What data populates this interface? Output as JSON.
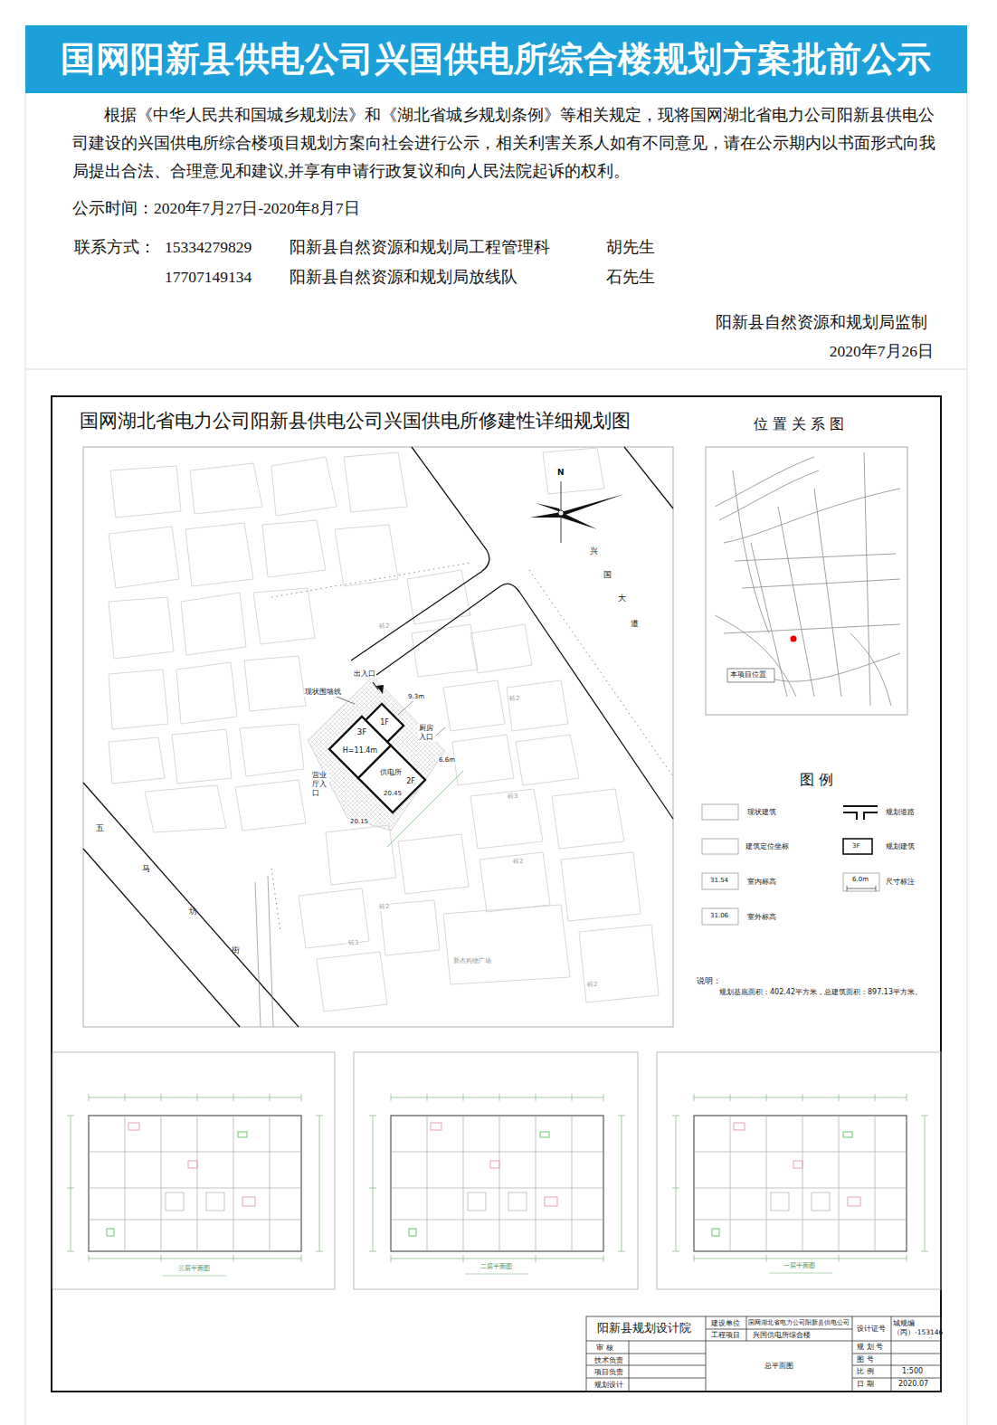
{
  "diagram": {
    "title": "国网阳新县供电公司兴国供电所综合楼规划方案批前公示",
    "nodes": [
      {
        "text": [
          "1F"
        ]
      },
      {
        "text": [
          "3F",
          "H=11.4m"
        ]
      },
      {
        "text": [
          "供电所",
          "2F",
          "20.45"
        ]
      }
    ],
    "labels": [
      "根据《中华人民共和国城乡规划法》和《湖北省城乡规划条例》等相关规定，现将国网湖北省电力公司阳新县供电公司建设的兴国供电所综合楼项目规划方案向社会进行公示，相关利害关系人如有不同意见，请在公示期内以书面形式向我局提出合法、合理意见和建议,并享有申请行政复议和向人民法院起诉的权利。",
      "公示时间：2020年7月27日-2020年8月7日",
      "联系方式：",
      "15334279829",
      "阳新县自然资源和规划局工程管理科",
      "胡先生",
      "17707149134",
      "阳新县自然资源和规划局放线队",
      "石先生",
      "阳新县自然资源和规划局监制",
      "2020年7月26日",
      "国网湖北省电力公司阳新县供电公司兴国供电所修建性详细规划图",
      "位 置 关 系 图",
      "本项目位置",
      "N",
      "兴",
      "国",
      "大",
      "道",
      "五",
      "马",
      "坊",
      "街",
      "出入口",
      "现状围墙线",
      "厨房入口",
      "营业厅入口",
      "20.15",
      "9.3m",
      "6.6m",
      "砖2",
      "砖2",
      "砖3",
      "砖2",
      "砖2",
      "砖3",
      "新杰购物广场",
      "砖2",
      "3F",
      "31.54",
      "6.0m",
      "31.06",
      "说明：",
      "规划基底面积：402.42平方米，总建筑面积：897.13平方米。",
      "三层平面图",
      "二层平面图",
      "一层平面图",
      "阳新县规划设计院",
      "审 核",
      "技术负责",
      "项目负责",
      "规划设计",
      "建设单位",
      "国网湖北省电力公司阳新县供电公司",
      "工程项目",
      "兴国供电所综合楼",
      "总平面图",
      "设计证号",
      "城规编（丙）-153146",
      "规 划 号",
      "图 号",
      "比 例",
      "1:500",
      "日 期",
      "2020.07",
      "图 例"
    ],
    "legend": [
      {
        "text": "现状建筑"
      },
      {
        "text": "规划道路"
      },
      {
        "text": "建筑定位坐标"
      },
      {
        "text": "规划建筑"
      },
      {
        "text": "室内标高"
      },
      {
        "text": "尺寸标注"
      },
      {
        "text": "室外标高"
      }
    ]
  }
}
